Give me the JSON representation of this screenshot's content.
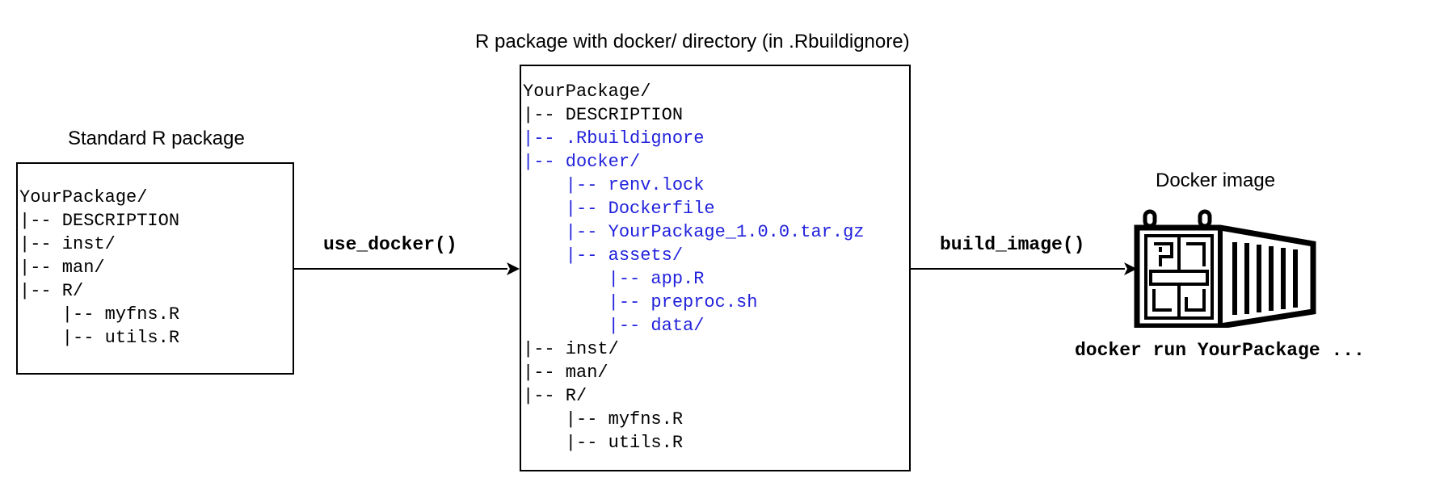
{
  "standard": {
    "title": "Standard R package",
    "lines": [
      {
        "text": "YourPackage/",
        "highlight": false
      },
      {
        "text": "|-- DESCRIPTION",
        "highlight": false
      },
      {
        "text": "|-- inst/",
        "highlight": false
      },
      {
        "text": "|-- man/",
        "highlight": false
      },
      {
        "text": "|-- R/",
        "highlight": false
      },
      {
        "text": "    |-- myfns.R",
        "highlight": false
      },
      {
        "text": "    |-- utils.R",
        "highlight": false
      }
    ]
  },
  "docker_pkg": {
    "title": "R package with docker/ directory (in .Rbuildignore)",
    "lines": [
      {
        "text": "YourPackage/",
        "highlight": false
      },
      {
        "text": "|-- DESCRIPTION",
        "highlight": false
      },
      {
        "text": "|-- .Rbuildignore",
        "highlight": true
      },
      {
        "text": "|-- docker/",
        "highlight": true
      },
      {
        "text": "    |-- renv.lock",
        "highlight": true
      },
      {
        "text": "    |-- Dockerfile",
        "highlight": true
      },
      {
        "text": "    |-- YourPackage_1.0.0.tar.gz",
        "highlight": true
      },
      {
        "text": "    |-- assets/",
        "highlight": true
      },
      {
        "text": "        |-- app.R",
        "highlight": true
      },
      {
        "text": "        |-- preproc.sh",
        "highlight": true
      },
      {
        "text": "        |-- data/",
        "highlight": true
      },
      {
        "text": "|-- inst/",
        "highlight": false
      },
      {
        "text": "|-- man/",
        "highlight": false
      },
      {
        "text": "|-- R/",
        "highlight": false
      },
      {
        "text": "    |-- myfns.R",
        "highlight": false
      },
      {
        "text": "    |-- utils.R",
        "highlight": false
      }
    ]
  },
  "arrows": {
    "use_docker": "use_docker()",
    "build_image": "build_image()"
  },
  "docker_image": {
    "title": "Docker image",
    "icon": "shipping-container-icon",
    "command": "docker run YourPackage ..."
  },
  "colors": {
    "text": "#000000",
    "highlight": "#2222dd",
    "border": "#000000",
    "background": "#ffffff"
  }
}
